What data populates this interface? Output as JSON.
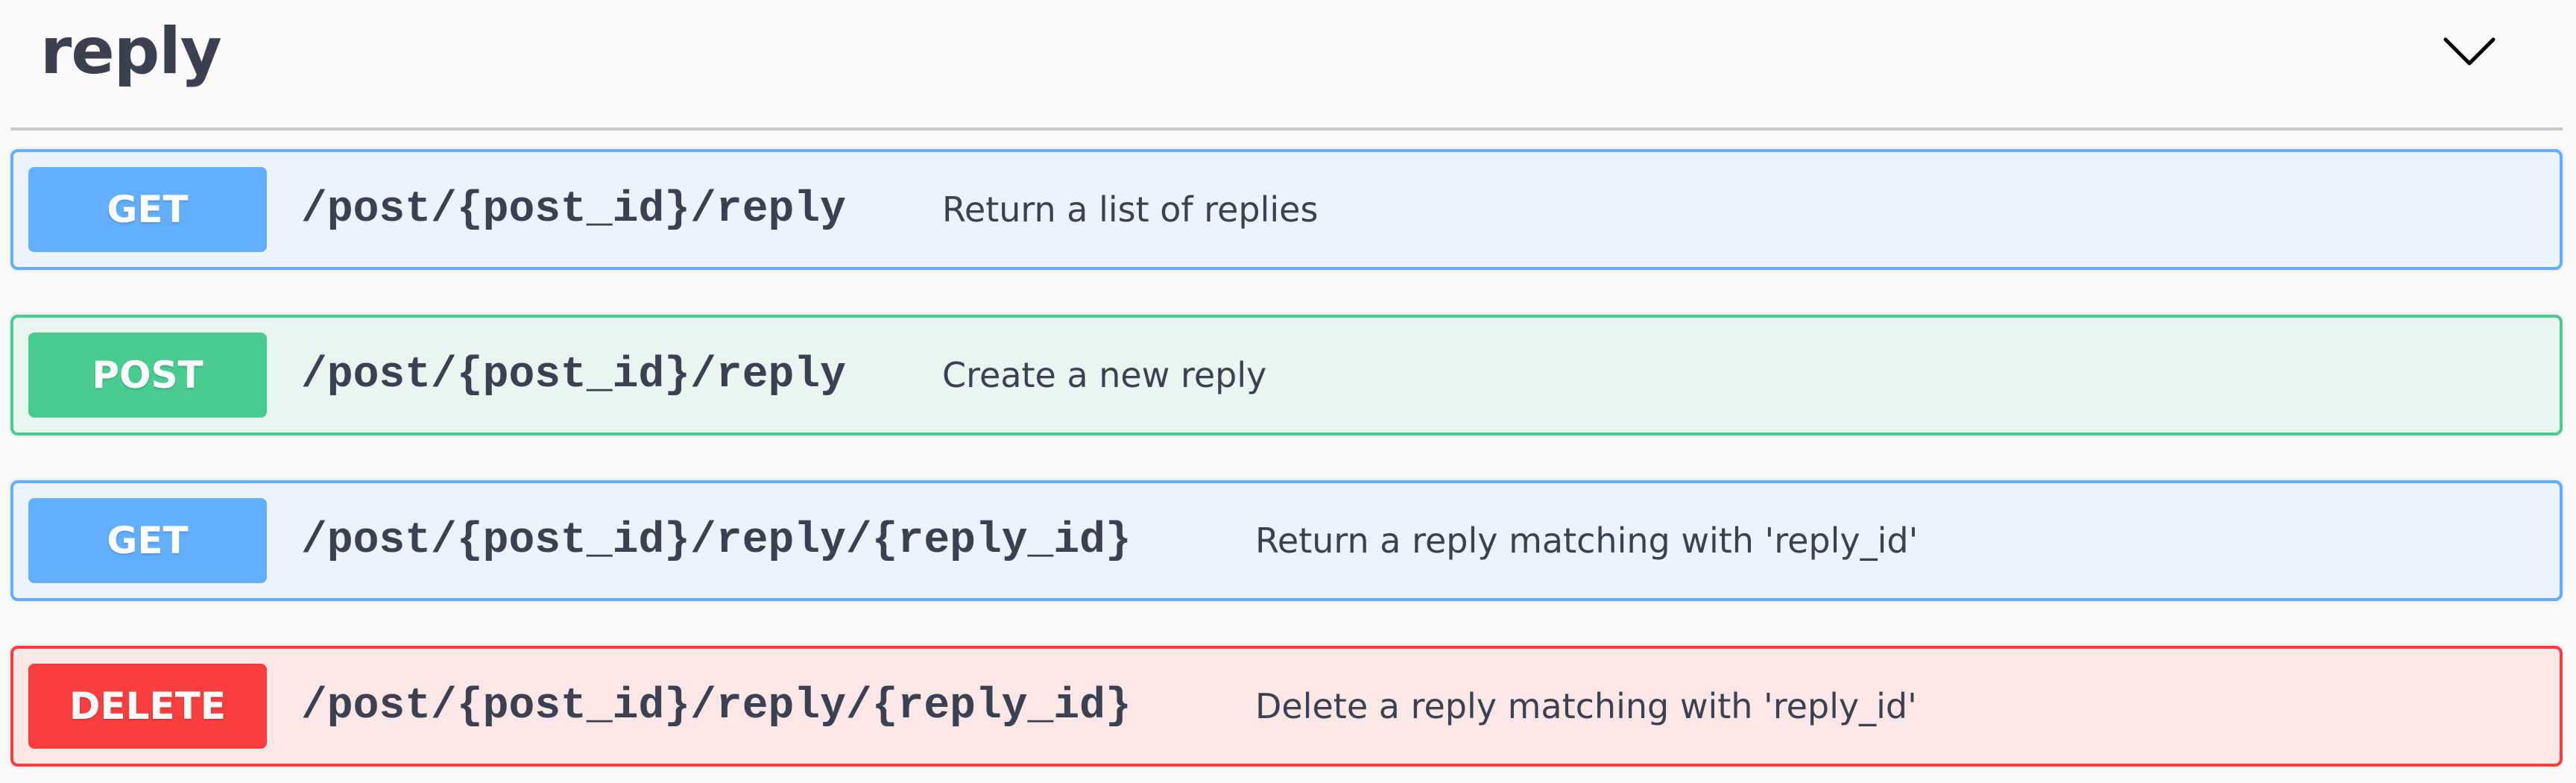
{
  "tag": {
    "title": "reply",
    "toggle_icon": "chevron-down-icon"
  },
  "operations": [
    {
      "method": "GET",
      "path": "/post/{post_id}/reply",
      "summary": "Return a list of replies",
      "color": "#61affe"
    },
    {
      "method": "POST",
      "path": "/post/{post_id}/reply",
      "summary": "Create a new reply",
      "color": "#49cc90"
    },
    {
      "method": "GET",
      "path": "/post/{post_id}/reply/{reply_id}",
      "summary": "Return a reply matching with 'reply_id'",
      "color": "#61affe"
    },
    {
      "method": "DELETE",
      "path": "/post/{post_id}/reply/{reply_id}",
      "summary": "Delete a reply matching with 'reply_id'",
      "color": "#f93e3e"
    }
  ],
  "colors": {
    "text": "#3b4151",
    "get": "#61affe",
    "post": "#49cc90",
    "delete": "#f93e3e"
  }
}
